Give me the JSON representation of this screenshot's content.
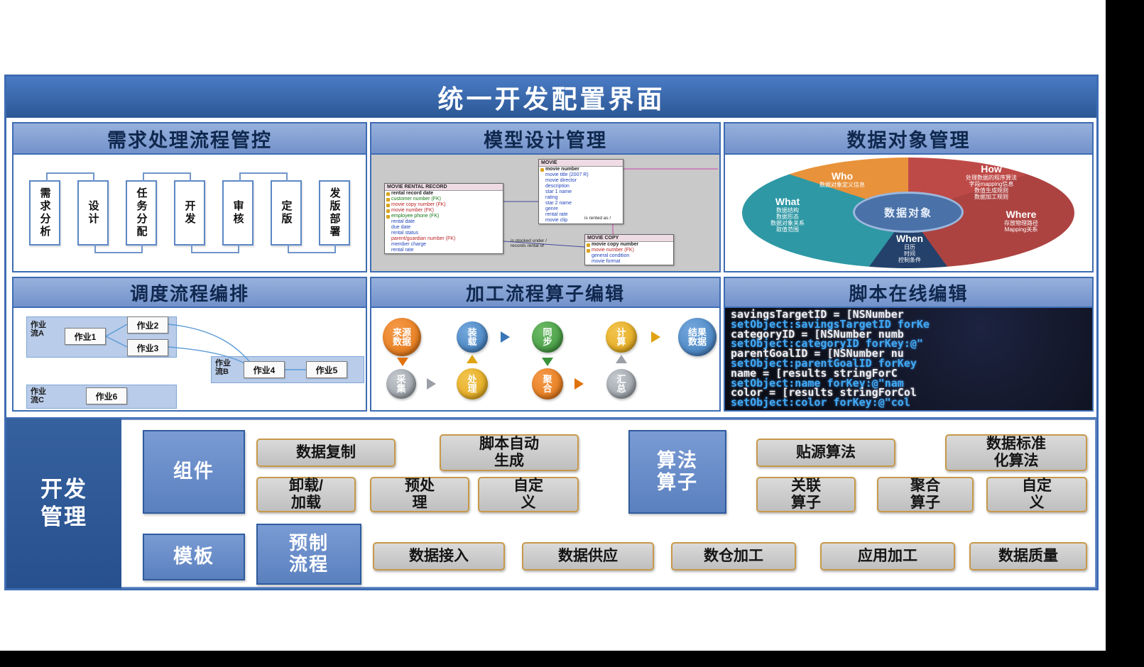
{
  "title": "统一开发配置界面",
  "panels": {
    "requirement": {
      "title": "需求处理流程管控",
      "steps": [
        {
          "label": "需求分析"
        },
        {
          "label": "设计"
        },
        {
          "label": "任务分配"
        },
        {
          "label": "开发"
        },
        {
          "label": "审核"
        },
        {
          "label": "定版"
        },
        {
          "label": "发版部署"
        }
      ]
    },
    "model": {
      "title": "模型设计管理",
      "tables": [
        {
          "name": "MOVIE RENTAL RECORD",
          "fields": [
            {
              "t": "rental record date",
              "c": "c-dark",
              "k": true
            },
            {
              "t": "customer number (FK)",
              "c": "c-green",
              "k": true
            },
            {
              "t": "movie copy number (FK)",
              "c": "c-red",
              "k": true
            },
            {
              "t": "movie number (FK)",
              "c": "c-red",
              "k": true
            },
            {
              "t": "employee phone (FK)",
              "c": "c-green",
              "k": true
            },
            {
              "t": "rental date",
              "c": "c-blue",
              "k": false
            },
            {
              "t": "due date",
              "c": "c-blue",
              "k": false
            },
            {
              "t": "rental status",
              "c": "c-blue",
              "k": false
            },
            {
              "t": "parent/guardian number (FK)",
              "c": "c-red",
              "k": false
            },
            {
              "t": "member charge",
              "c": "c-blue",
              "k": false
            },
            {
              "t": "rental rate",
              "c": "c-blue",
              "k": false
            }
          ]
        },
        {
          "name": "MOVIE",
          "fields": [
            {
              "t": "movie number",
              "c": "c-dark",
              "k": true
            },
            {
              "t": "movie title (2007 R)",
              "c": "c-blue",
              "k": false
            },
            {
              "t": "movie director",
              "c": "c-blue",
              "k": false
            },
            {
              "t": "description",
              "c": "c-blue",
              "k": false
            },
            {
              "t": "star 1 name",
              "c": "c-blue",
              "k": false
            },
            {
              "t": "rating",
              "c": "c-blue",
              "k": false
            },
            {
              "t": "star 2 name",
              "c": "c-blue",
              "k": false
            },
            {
              "t": "genre",
              "c": "c-blue",
              "k": false
            },
            {
              "t": "rental rate",
              "c": "c-blue",
              "k": false
            },
            {
              "t": "movie clip",
              "c": "c-blue",
              "k": false
            }
          ]
        },
        {
          "name": "MOVIE COPY",
          "fields": [
            {
              "t": "movie copy number",
              "c": "c-dark",
              "k": true
            },
            {
              "t": "movie number (FK)",
              "c": "c-red",
              "k": true
            },
            {
              "t": "general condition",
              "c": "c-blue",
              "k": false
            },
            {
              "t": "movie format",
              "c": "c-blue",
              "k": false
            }
          ]
        }
      ],
      "relations": {
        "r1": "is rented as /",
        "r2": "is stocked under /\nrecords rental of"
      }
    },
    "dataobject": {
      "title": "数据对象管理",
      "center": "数据对象",
      "segments": [
        {
          "name": "How",
          "desc": "处理数据的程序算法\n字段mapping信息\n数值生成规则\n数据加工规则",
          "color": "#BE4A47"
        },
        {
          "name": "Where",
          "desc": "存放物理路径\nMapping关系",
          "color": "#AD4341"
        },
        {
          "name": "When",
          "desc": "日历\n时间\n控制条件",
          "color": "#24416B"
        },
        {
          "name": "What",
          "desc": "数据结构\n数据形态\n数据对象关系\n取值范围",
          "color": "#2E98A5"
        },
        {
          "name": "Who",
          "desc": "数据对象定义信息",
          "color": "#E8923B"
        }
      ]
    },
    "schedule": {
      "title": "调度流程编排",
      "flow_a": "作业\n流A",
      "flow_b": "作业\n流B",
      "flow_c": "作业\n流C",
      "job1": "作业1",
      "job2": "作业2",
      "job3": "作业3",
      "job4": "作业4",
      "job5": "作业5",
      "job6": "作业6"
    },
    "operator": {
      "title": "加工流程算子编辑",
      "top": [
        {
          "label": "来源\n数据",
          "cls": "n-orange n-big"
        },
        {
          "label": "装\n载",
          "cls": "n-blue"
        },
        {
          "label": "同\n步",
          "cls": "n-green"
        },
        {
          "label": "计\n算",
          "cls": "n-yellow"
        },
        {
          "label": "结果\n数据",
          "cls": "n-blue n-big"
        }
      ],
      "bottom": [
        {
          "label": "采\n集",
          "cls": "n-gray"
        },
        {
          "label": "处\n理",
          "cls": "n-yellow"
        },
        {
          "label": "聚\n合",
          "cls": "n-orange"
        },
        {
          "label": "汇\n总",
          "cls": "n-gray"
        }
      ]
    },
    "script": {
      "title": "脚本在线编辑",
      "lines": [
        {
          "t": "savingsTargetID  = [NSNumber",
          "c": "c-white"
        },
        {
          "t": "setObject:savingsTargetID forKe",
          "c": "c-blue"
        },
        {
          "t": "categoryID  = [NSNumber numb",
          "c": "c-white"
        },
        {
          "t": "setObject:categoryID forKey:@\"",
          "c": "c-blue"
        },
        {
          "t": "parentGoalID = [NSNumber nu",
          "c": "c-white"
        },
        {
          "t": "setObject:parentGoalID forKey",
          "c": "c-blue"
        },
        {
          "t": "name  = [results stringForC",
          "c": "c-white"
        },
        {
          "t": "setObject:name forKey:@\"nam",
          "c": "c-blue"
        },
        {
          "t": "color  = [results stringForCol",
          "c": "c-white"
        },
        {
          "t": "setObject:color forKey:@\"col",
          "c": "c-blue"
        }
      ]
    }
  },
  "bottom": {
    "side_label": "开发\n管理",
    "component": {
      "label": "组件",
      "r1a": "数据复制",
      "r1b": "脚本自动\n生成",
      "r2a": "卸载/\n加载",
      "r2b": "预处\n理",
      "r2c": "自定\n义"
    },
    "algorithm": {
      "label": "算法\n算子",
      "r1a": "贴源算法",
      "r1b": "数据标准\n化算法",
      "r2a": "关联\n算子",
      "r2b": "聚合\n算子",
      "r2c": "自定\n义"
    },
    "template": {
      "label": "模板",
      "sub": "预制\n流程",
      "t1": "数据接入",
      "t2": "数据供应",
      "t3": "数仓加工",
      "t4": "应用加工",
      "t5": "数据质量"
    }
  }
}
